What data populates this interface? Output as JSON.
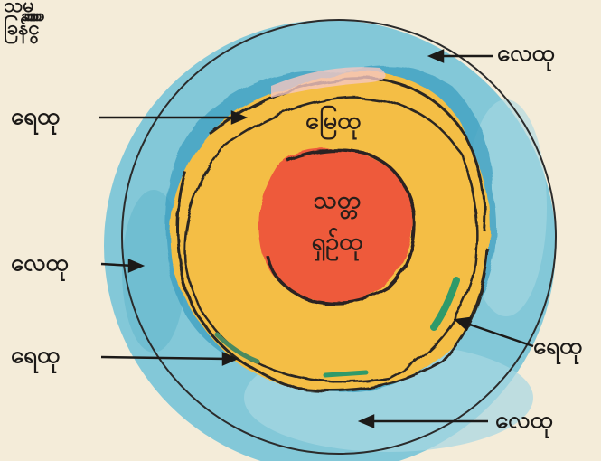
{
  "heading": {
    "line1": "သမ္ဘ္ဘ္ဘ္ဘ",
    "line2": "ခြန်ငွ"
  },
  "labels": {
    "outer_top_right": "လေထု",
    "left_upper": "ရေထု",
    "left_middle": "လေထု",
    "left_lower": "ရေထု",
    "right_lower": "ရေထု",
    "bottom_right": "လေထု"
  },
  "layers": {
    "land": "မြေထု",
    "living_line1": "သတ္တ",
    "living_line2": "ရှဉ်ထု"
  },
  "colors": {
    "background": "#f4ecd9",
    "atmosphere": "#7fc6d6",
    "land": "#f4be45",
    "core": "#ee5a3a",
    "ink": "#1c1a18"
  }
}
